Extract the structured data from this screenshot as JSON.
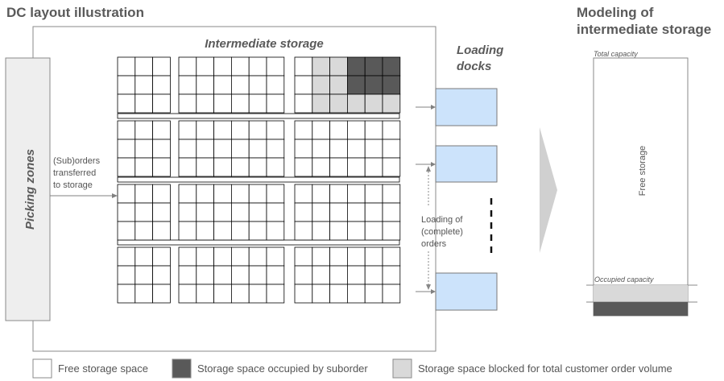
{
  "titles": {
    "dc_layout": "DC layout illustration",
    "modeling_line1": "Modeling of",
    "modeling_line2": "intermediate storage"
  },
  "labels": {
    "intermediate_storage": "Intermediate storage",
    "picking_zones": "Picking zones",
    "loading_docks_line1": "Loading",
    "loading_docks_line2": "docks",
    "suborders_line1": "(Sub)orders",
    "suborders_line2": "transferred",
    "suborders_line3": "to storage",
    "loading_of_line1": "Loading of",
    "loading_of_line2": "(complete)",
    "loading_of_line3": "orders"
  },
  "modeling": {
    "total_capacity": "Total capacity",
    "free_storage": "Free storage",
    "occupied_capacity": "Occupied capacity"
  },
  "legend": {
    "free": "Free storage space",
    "occupied": "Storage space occupied by suborder",
    "blocked": "Storage space blocked for total customer order volume"
  },
  "colors": {
    "free": "#ffffff",
    "occupied": "#595959",
    "blocked": "#d9d9d9",
    "dock": "#cce3fb",
    "picking": "#eeeeee",
    "arrow_shape": "#d0d0d0"
  }
}
